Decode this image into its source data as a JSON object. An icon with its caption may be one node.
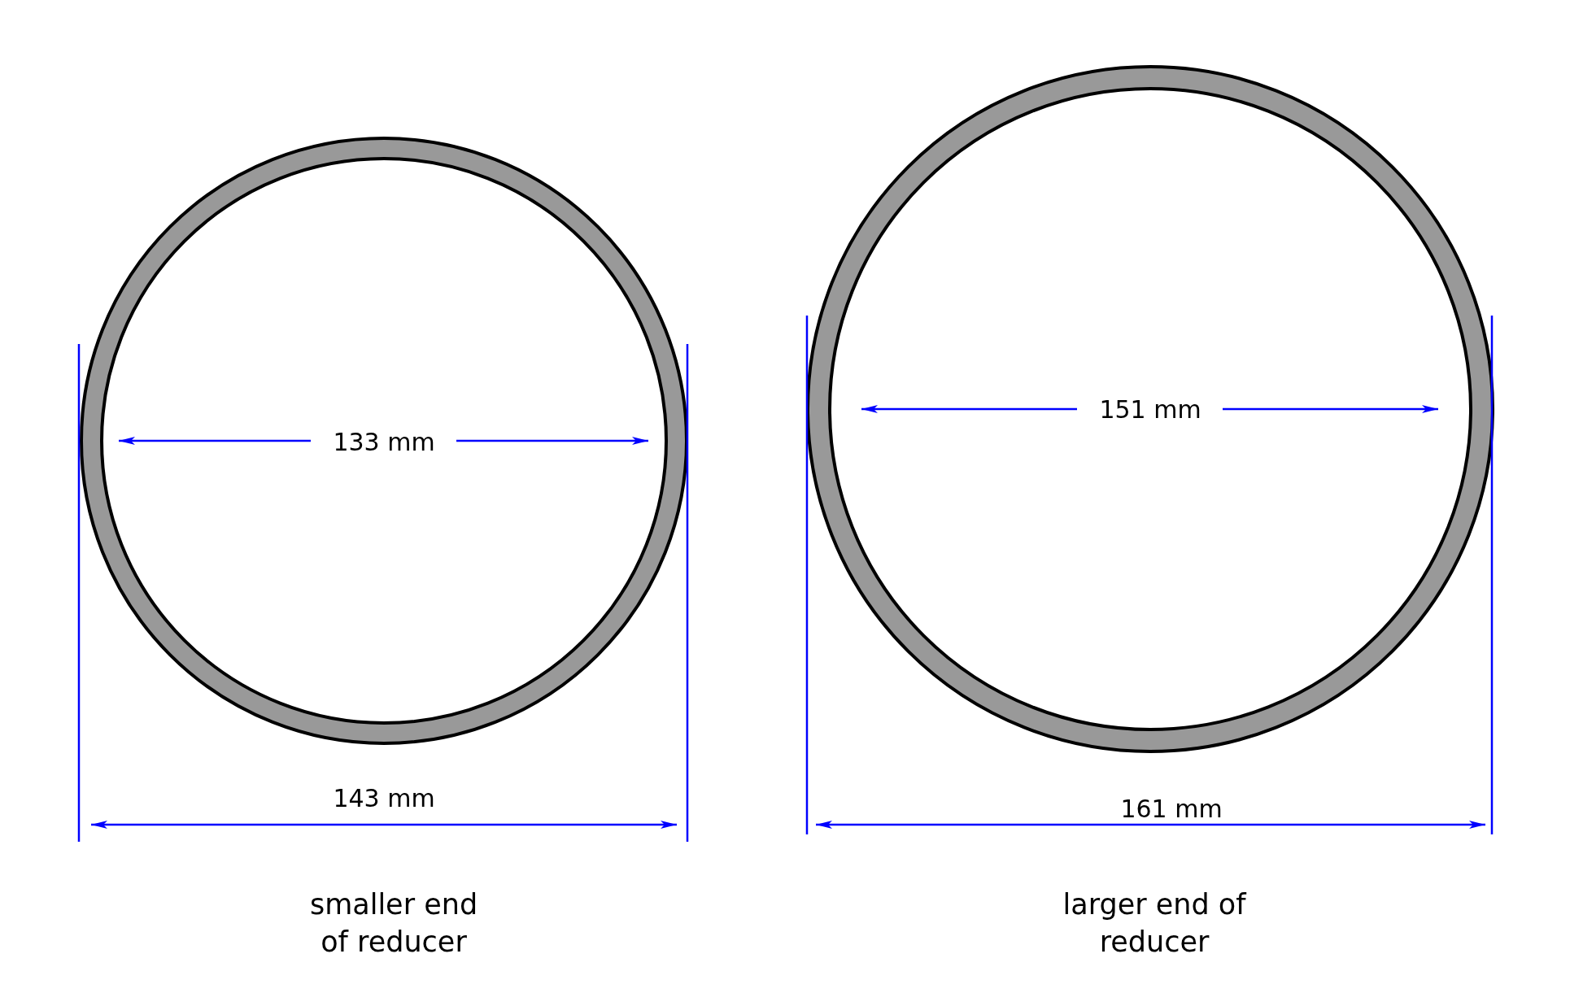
{
  "diagram": {
    "labels": [
      "133 mm",
      "143 mm",
      "smaller end of reducer",
      "151 mm",
      "161 mm",
      "larger end of reducer"
    ]
  }
}
